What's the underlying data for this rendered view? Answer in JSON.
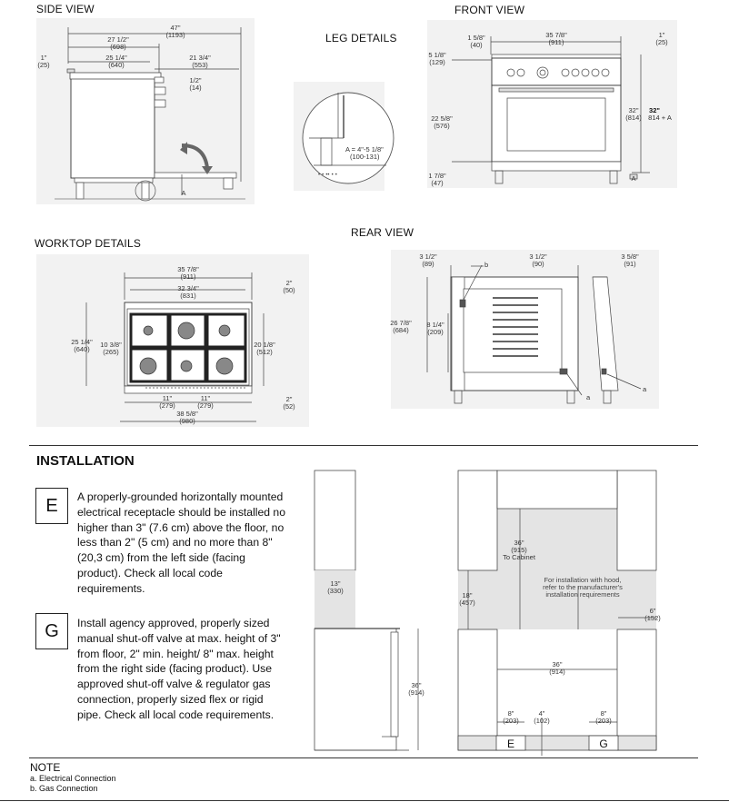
{
  "views": {
    "side_view": "SIDE VIEW",
    "front_view": "FRONT VIEW",
    "leg_details": "LEG DETAILS",
    "worktop_details": "WORKTOP DETAILS",
    "rear_view": "REAR VIEW"
  },
  "side_dims": {
    "overall": "47\"",
    "overall_mm": "(1193)",
    "d1": "27 1/2\"",
    "d1_mm": "(698)",
    "d2": "25 1/4\"",
    "d2_mm": "(640)",
    "d3": "21 3/4\"",
    "d3_mm": "(553)",
    "d4": "1\"",
    "d4_mm": "(25)",
    "d5": "1/2\"",
    "d5_mm": "(14)",
    "marker": "A"
  },
  "leg_dims": {
    "line1": "A = 4\"-5 1/8\"",
    "line2": "(100-131)"
  },
  "front_dims": {
    "width": "35 7/8\"",
    "width_mm": "(911)",
    "left_top": "1 5/8\"",
    "left_top_mm": "(40)",
    "right_top": "1\"",
    "right_top_mm": "(25)",
    "panel": "5 1/8\"",
    "panel_mm": "(129)",
    "oven": "22 5/8\"",
    "oven_mm": "(576)",
    "base": "1 7/8\"",
    "base_mm": "(47)",
    "height": "32\"",
    "height_mm": "(814)",
    "height_b": "32\"",
    "height_b_sub": "814 + A",
    "marker": "A"
  },
  "worktop_dims": {
    "w_outer": "35 7/8\"",
    "w_outer_mm": "(911)",
    "w_inner": "32 3/4\"",
    "w_inner_mm": "(831)",
    "back": "2\"",
    "back_mm": "(50)",
    "depth": "25 1/4\"",
    "depth_mm": "(640)",
    "burner": "10 3/8\"",
    "burner_mm": "(265)",
    "inner_depth": "20 1/8\"",
    "inner_depth_mm": "(512)",
    "front": "2\"",
    "front_mm": "(52)",
    "sp1": "11\"",
    "sp1_mm": "(279)",
    "sp2": "11\"",
    "sp2_mm": "(279)",
    "total": "38 5/8\"",
    "total_mm": "(980)"
  },
  "rear_dims": {
    "l": "3 1/2\"",
    "l_mm": "(89)",
    "m": "3 1/2\"",
    "m_mm": "(90)",
    "r": "3 5/8\"",
    "r_mm": "(91)",
    "h": "26 7/8\"",
    "h_mm": "(684)",
    "h2": "8 1/4\"",
    "h2_mm": "(209)",
    "label_a": "a",
    "label_b": "b"
  },
  "installation": {
    "title": "INSTALLATION",
    "items": [
      {
        "letter": "E",
        "text": "A properly-grounded horizontally mounted electrical receptacle should be installed no higher than 3\" (7.6 cm) above the floor, no less than 2\" (5 cm) and no more than 8\" (20,3 cm) from the left side (facing product). Check all local code requirements."
      },
      {
        "letter": "G",
        "text": "Install agency approved, properly sized manual shut-off valve at max. height of 3\" from floor, 2\" min. height/ 8\" max. height from the right side (facing product). Use approved shut-off valve & regulator gas connection, properly sized flex or rigid pipe. Check all local code requirements."
      }
    ]
  },
  "install_dims": {
    "side_13": "13\"",
    "side_13_mm": "(330)",
    "side_36": "36\"",
    "side_36_mm": "(914)",
    "front_36": "36\"",
    "front_36_mm": "(915)",
    "front_36_note": "To Cabinet",
    "front_18": "18\"",
    "front_18_mm": "(457)",
    "hood_note_1": "For installation with hood,",
    "hood_note_2": "refer to the manufacturer's",
    "hood_note_3": "installation requirements",
    "front_6": "6\"",
    "front_6_mm": "(152)",
    "width_36": "36\"",
    "width_36_mm": "(914)",
    "e8": "8\"",
    "e8_mm": "(203)",
    "c4": "4\"",
    "c4_mm": "(102)",
    "g8": "8\"",
    "g8_mm": "(203)",
    "box_e": "E",
    "box_g": "G"
  },
  "note": {
    "title": "NOTE",
    "items": [
      "a. Electrical Connection",
      "b. Gas Connection"
    ]
  }
}
